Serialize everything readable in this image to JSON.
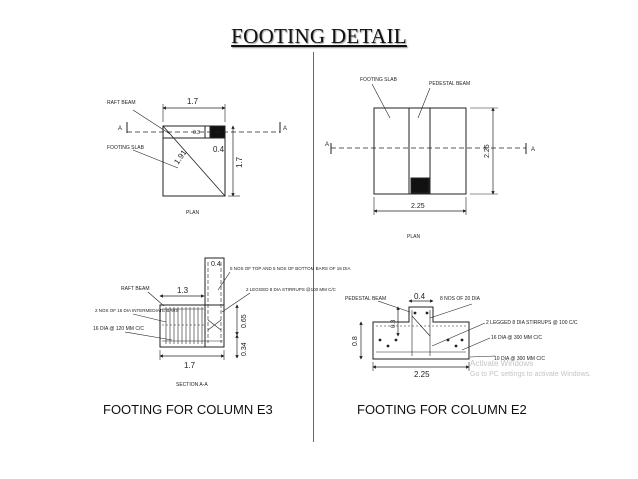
{
  "title": "FOOTING DETAIL",
  "left": {
    "plan": {
      "raft_beam": "RAFT BEAM",
      "footing_slab": "FOOTING SLAB",
      "dim_top": "1.7",
      "dim_right": "1.7",
      "dim_diag": "1.91",
      "dim_03": "0.3",
      "dim_04": "0.4",
      "section_mark": "A",
      "plan_label": "PLAN"
    },
    "section": {
      "raft_beam": "RAFT BEAM",
      "intermediate_bars": "2 NOS OF 16 DIA INTERMEDIATE BARS",
      "bottom_bars": "16 DIA @ 120 MM C/C",
      "top_bars": "5 NOS OF TOP AND 5 NOS OF BOTTOM BARS OF 16 DIA",
      "stirrups": "2 LEGGED 8 DIA STIRRUPS @100 MM C/C",
      "dim_13": "1.3",
      "dim_17": "1.7",
      "dim_04": "0.4",
      "dim_065": "0.65",
      "dim_034": "0.34",
      "section_label": "SECTION A-A"
    },
    "caption": "FOOTING FOR COLUMN E3"
  },
  "right": {
    "plan": {
      "footing_slab": "FOOTING SLAB",
      "pedestal_beam": "PEDESTAL BEAM",
      "dim_height": "2.25",
      "dim_width": "2.25",
      "section_mark": "A",
      "plan_label": "PLAN"
    },
    "section": {
      "pedestal_beam": "PEDESTAL BEAM",
      "dim_04": "0.4",
      "top_bars": "8 NOS OF 20 DIA",
      "stirrups": "2 LEGGED 8 DIA STIRRUPS @ 100 C/C",
      "dia16": "16 DIA @ 300 MM C/C",
      "dia10": "10 DIA @ 300 MM C/C",
      "dim_08": "0.8",
      "dim_03": "0.3",
      "dim_225": "2.25"
    },
    "caption": "FOOTING FOR COLUMN E2"
  },
  "watermark": {
    "line1": "Activate Windows",
    "line2": "Go to PC settings to activate Windows."
  },
  "colors": {
    "divider": "#3d6fb6",
    "drawing": "#222222"
  }
}
